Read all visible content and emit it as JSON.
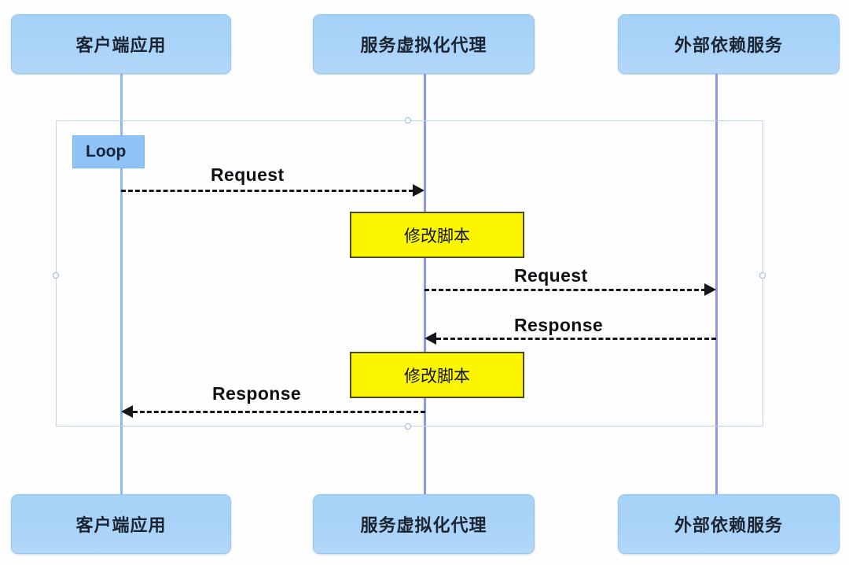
{
  "diagram": {
    "type": "sequence-diagram",
    "title": "",
    "colors": {
      "participant_fill": "#a9d3f8",
      "participant_border": "#95c6f2",
      "lifeline": "#8fb8f0",
      "frame_border": "#bcd6f2",
      "frame_label_fill": "#8fc3f5",
      "note_fill": "#fbf600",
      "note_border": "#4d4a15",
      "message": "#15171a",
      "background": "#fefefe"
    }
  },
  "participants": [
    {
      "id": "client",
      "label": "客户端应用"
    },
    {
      "id": "proxy",
      "label": "服务虚拟化代理"
    },
    {
      "id": "external",
      "label": "外部依赖服务"
    }
  ],
  "participants_bottom": [
    {
      "id": "client",
      "label": "客户端应用"
    },
    {
      "id": "proxy",
      "label": "服务虚拟化代理"
    },
    {
      "id": "external",
      "label": "外部依赖服务"
    }
  ],
  "fragment": {
    "label": "Loop",
    "kind": "loop"
  },
  "notes": [
    {
      "id": "note-1",
      "label": "修改脚本",
      "on": "proxy"
    },
    {
      "id": "note-2",
      "label": "修改脚本",
      "on": "proxy"
    }
  ],
  "messages": [
    {
      "id": "msg-1",
      "label": "Request",
      "from": "client",
      "to": "proxy",
      "direction": "right",
      "style": "dashed"
    },
    {
      "id": "msg-2",
      "label": "Request",
      "from": "proxy",
      "to": "external",
      "direction": "right",
      "style": "dashed"
    },
    {
      "id": "msg-3",
      "label": "Response",
      "from": "external",
      "to": "proxy",
      "direction": "left",
      "style": "dashed"
    },
    {
      "id": "msg-4",
      "label": "Response",
      "from": "proxy",
      "to": "client",
      "direction": "left",
      "style": "dashed"
    }
  ]
}
